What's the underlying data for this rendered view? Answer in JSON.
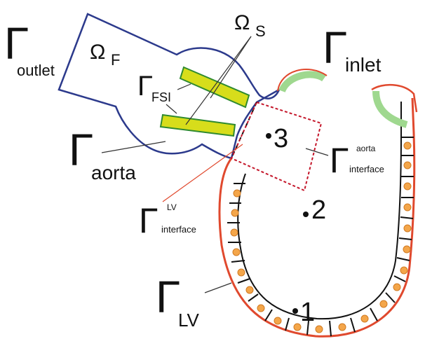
{
  "diagram": {
    "gamma_symbol": "Γ",
    "omega_symbol": "Ω",
    "labels": {
      "outlet": {
        "sub": "outlet"
      },
      "omega_f": {
        "sub": "F"
      },
      "omega_s": {
        "sub": "S"
      },
      "inlet": {
        "sub": "inlet"
      },
      "fsi": {
        "sub": "FSI"
      },
      "aorta": {
        "sub": "aorta"
      },
      "aorta_interface": {
        "sup": "aorta",
        "sub": "interface"
      },
      "lv_interface": {
        "sup": "LV",
        "sub": "interface"
      },
      "lv": {
        "sub": "LV"
      }
    },
    "points": [
      "1",
      "2",
      "3"
    ],
    "colors": {
      "aorta_outline": "#2c3a8c",
      "ventricle_outline": "#e0492e",
      "valve_leaflet": "#9fd88f",
      "solid_fill": "#d7dd1b",
      "solid_stroke": "#2f8a2f",
      "myocyte": "#f4a64a",
      "interface_dashed": "#c4162a"
    }
  }
}
